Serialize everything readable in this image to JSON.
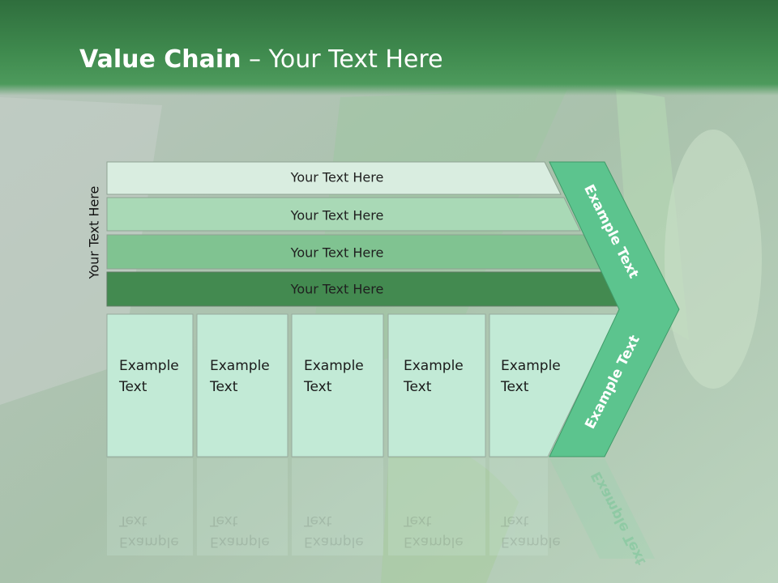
{
  "title": {
    "bold": "Value Chain",
    "rest": " – Your Text Here"
  },
  "vertical_label": "Your Text Here",
  "rows": [
    {
      "label": "Your Text Here",
      "color": "#d9ede0"
    },
    {
      "label": "Your Text Here",
      "color": "#a9d9b6"
    },
    {
      "label": "Your Text Here",
      "color": "#80c391"
    },
    {
      "label": "Your Text Here",
      "color": "#438a50"
    }
  ],
  "boxes": [
    {
      "line1": "Example",
      "line2": "Text"
    },
    {
      "line1": "Example",
      "line2": "Text"
    },
    {
      "line1": "Example",
      "line2": "Text"
    },
    {
      "line1": "Example",
      "line2": "Text"
    },
    {
      "line1": "Example",
      "line2": "Text"
    }
  ],
  "chevron": {
    "upper_text": "Example Text",
    "lower_text": "Example Text",
    "color": "#5cc48e"
  },
  "colors": {
    "header": "#3f8a4e",
    "box_fill": "#c2ead6"
  }
}
